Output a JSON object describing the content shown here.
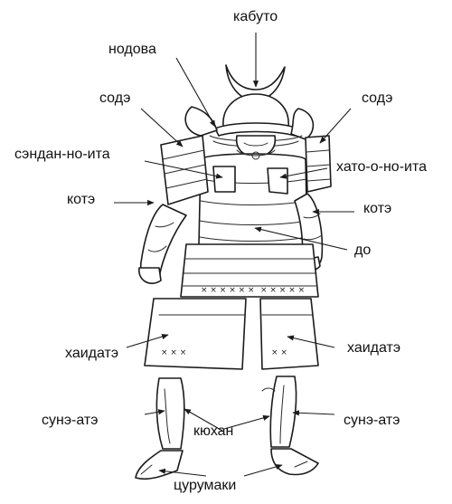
{
  "labels": {
    "kabuto": "кабуто",
    "nodova": "нодова",
    "sode_left": "содэ",
    "sode_right": "содэ",
    "sendan_no_ita": "сэндан-но-ита",
    "hato_o_no_ita": "хато-о-но-ита",
    "kote_left": "котэ",
    "kote_right": "котэ",
    "do": "до",
    "haidate_left": "хаидатэ",
    "haidate_right": "хаидатэ",
    "sune_ate_left": "сунэ-атэ",
    "sune_ate_right": "сунэ-атэ",
    "kyuhan": "кюхан",
    "tsurumaki": "цурумаки"
  },
  "colors": {
    "ink": "#1b1b1b",
    "background": "#ffffff"
  }
}
